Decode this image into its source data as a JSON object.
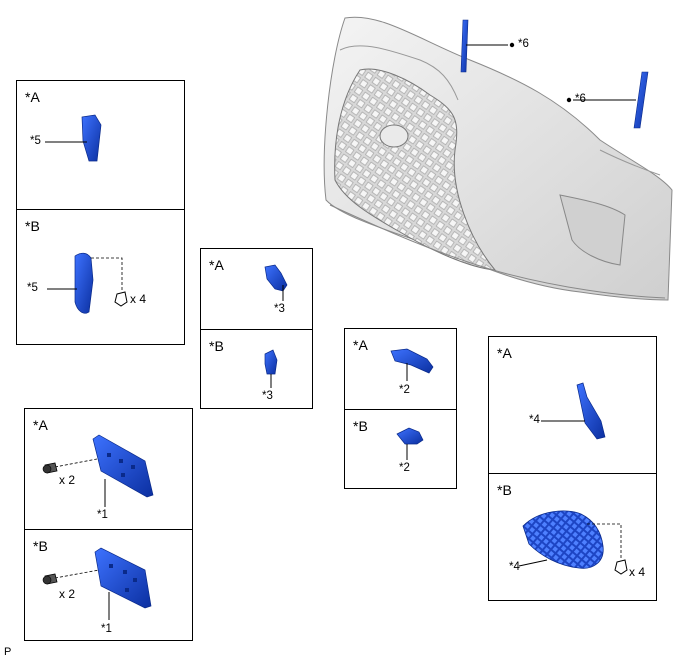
{
  "panels": {
    "p5": {
      "view_a": "*A",
      "view_b": "*B",
      "callout_a": "*5",
      "callout_b": "*5",
      "qty_b": "x 4"
    },
    "p3": {
      "view_a": "*A",
      "view_b": "*B",
      "callout_a": "*3",
      "callout_b": "*3"
    },
    "p1": {
      "view_a": "*A",
      "view_b": "*B",
      "callout_a": "*1",
      "callout_b": "*1",
      "qty_a": "x 2",
      "qty_b": "x 2"
    },
    "p2": {
      "view_a": "*A",
      "view_b": "*B",
      "callout_a": "*2",
      "callout_b": "*2"
    },
    "p4": {
      "view_a": "*A",
      "view_b": "*B",
      "callout_a": "*4",
      "callout_b": "*4",
      "qty_b": "x 4"
    }
  },
  "bumper": {
    "callout_top": "*6",
    "callout_right": "*6"
  },
  "figure_mark": "P",
  "colors": {
    "part_blue": "#1f4fd6",
    "part_dark": "#0a2a8a",
    "bumper_gray": "#e6e6e6",
    "line": "#000000"
  }
}
